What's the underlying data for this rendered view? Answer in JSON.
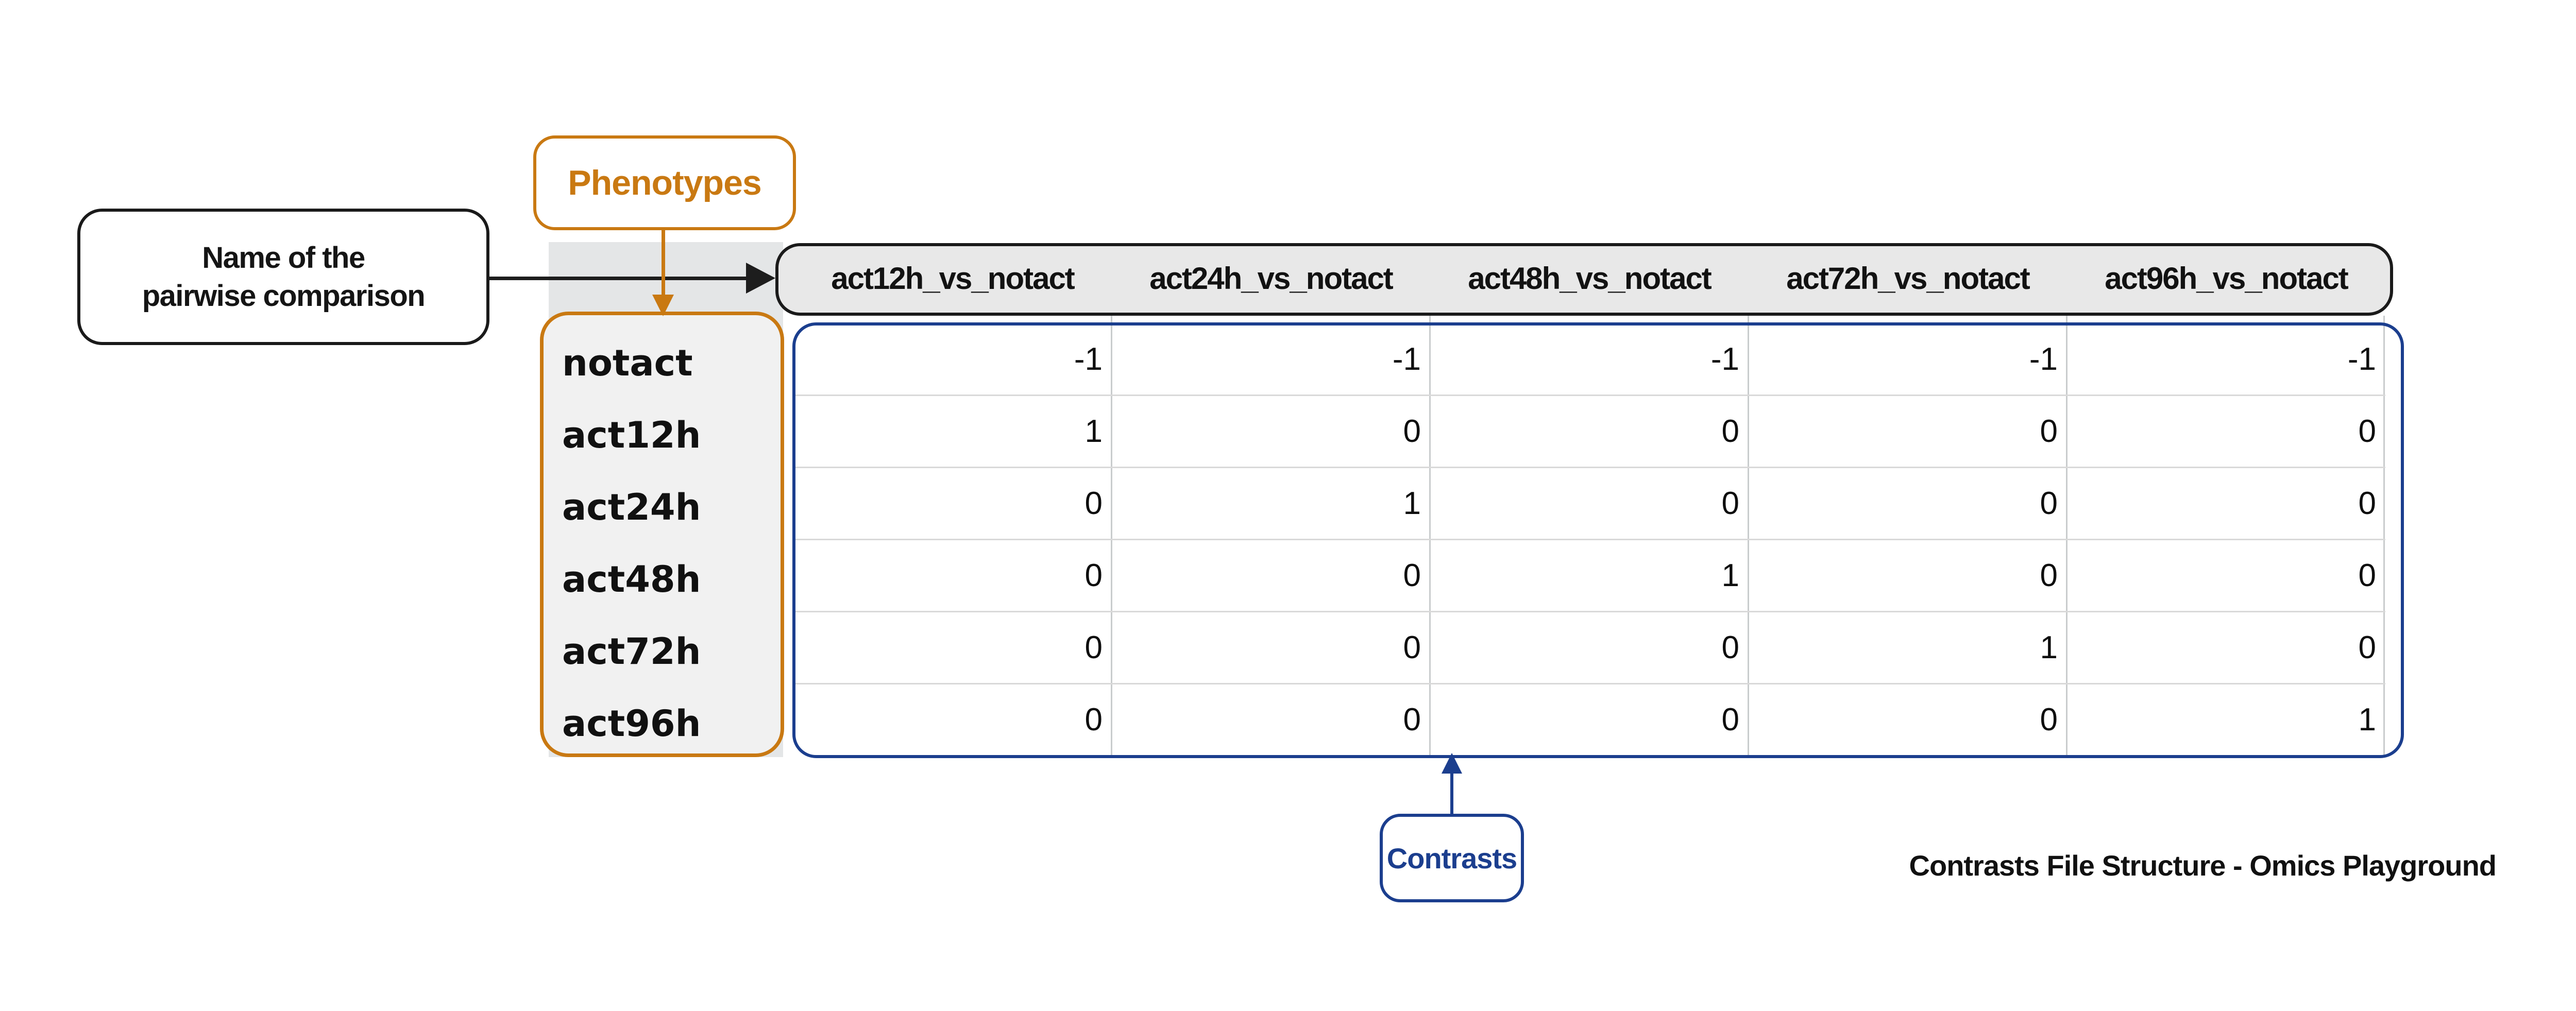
{
  "figure": {
    "phenotypes_label": "Phenotypes",
    "comparison_annotation": {
      "line1": "Name of the",
      "line2": "pairwise comparison"
    },
    "contrasts_label": "Contrasts",
    "caption": "Contrasts File Structure - Omics Playground"
  },
  "colors": {
    "orange": "#C97912",
    "blue": "#1B3E8E",
    "ink": "#1A1A1A",
    "header_fill": "#E8E8E8",
    "shade_fill": "#E4E6E7",
    "phenotype_fill": "#F1F1F1",
    "row_line": "#D9D9D9",
    "col_line": "#C9CCCD"
  },
  "chart_data": {
    "type": "table",
    "title": "Contrasts File Structure - Omics Playground",
    "columns": [
      "act12h_vs_notact",
      "act24h_vs_notact",
      "act48h_vs_notact",
      "act72h_vs_notact",
      "act96h_vs_notact"
    ],
    "rows": [
      {
        "label": "notact",
        "values": [
          -1,
          -1,
          -1,
          -1,
          -1
        ]
      },
      {
        "label": "act12h",
        "values": [
          1,
          0,
          0,
          0,
          0
        ]
      },
      {
        "label": "act24h",
        "values": [
          0,
          1,
          0,
          0,
          0
        ]
      },
      {
        "label": "act48h",
        "values": [
          0,
          0,
          1,
          0,
          0
        ]
      },
      {
        "label": "act72h",
        "values": [
          0,
          0,
          0,
          1,
          0
        ]
      },
      {
        "label": "act96h",
        "values": [
          0,
          0,
          0,
          0,
          1
        ]
      }
    ]
  }
}
